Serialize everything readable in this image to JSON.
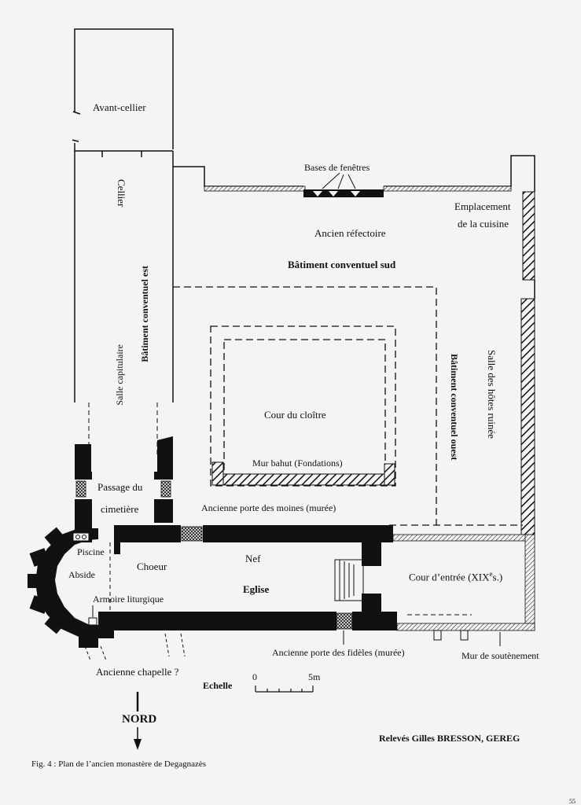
{
  "labels": {
    "avant_cellier": "Avant-cellier",
    "cellier": "Cellier",
    "batiment_est": "Bâtiment conventuel est",
    "salle_capitulaire": "Salle capitulaire",
    "bases_fenetres": "Bases de fenêtres",
    "emplacement_cuisine_1": "Emplacement",
    "emplacement_cuisine_2": "de la cuisine",
    "ancien_refectoire": "Ancien réfectoire",
    "batiment_sud": "Bâtiment conventuel sud",
    "salle_hotes": "Salle des hôtes ruinée",
    "batiment_ouest": "Bâtiment conventuel ouest",
    "cour_cloitre": "Cour du cloître",
    "mur_bahut": "Mur bahut (Fondations)",
    "passage_1": "Passage du",
    "passage_2": "cimetière",
    "porte_moines": "Ancienne porte des moines (murée)",
    "piscine": "Piscine",
    "abside": "Abside",
    "choeur": "Choeur",
    "nef": "Nef",
    "eglise": "Eglise",
    "armoire": "Armoire liturgique",
    "cour_entree_prefix": "Cour d’entrée (XIX",
    "cour_entree_sup": "e",
    "cour_entree_suffix": "s.)",
    "porte_fideles": "Ancienne porte des fidèles (murée)",
    "mur_soutenement": "Mur de soutènement",
    "chapelle": "Ancienne chapelle ?"
  },
  "scale": {
    "title": "Echelle",
    "zero": "0",
    "max": "5m"
  },
  "north": {
    "label": "NORD"
  },
  "credit": "Relevés Gilles BRESSON, GEREG",
  "caption": "Fig. 4 : Plan de l’ancien monastère de Degagnazès",
  "page_number": "55"
}
